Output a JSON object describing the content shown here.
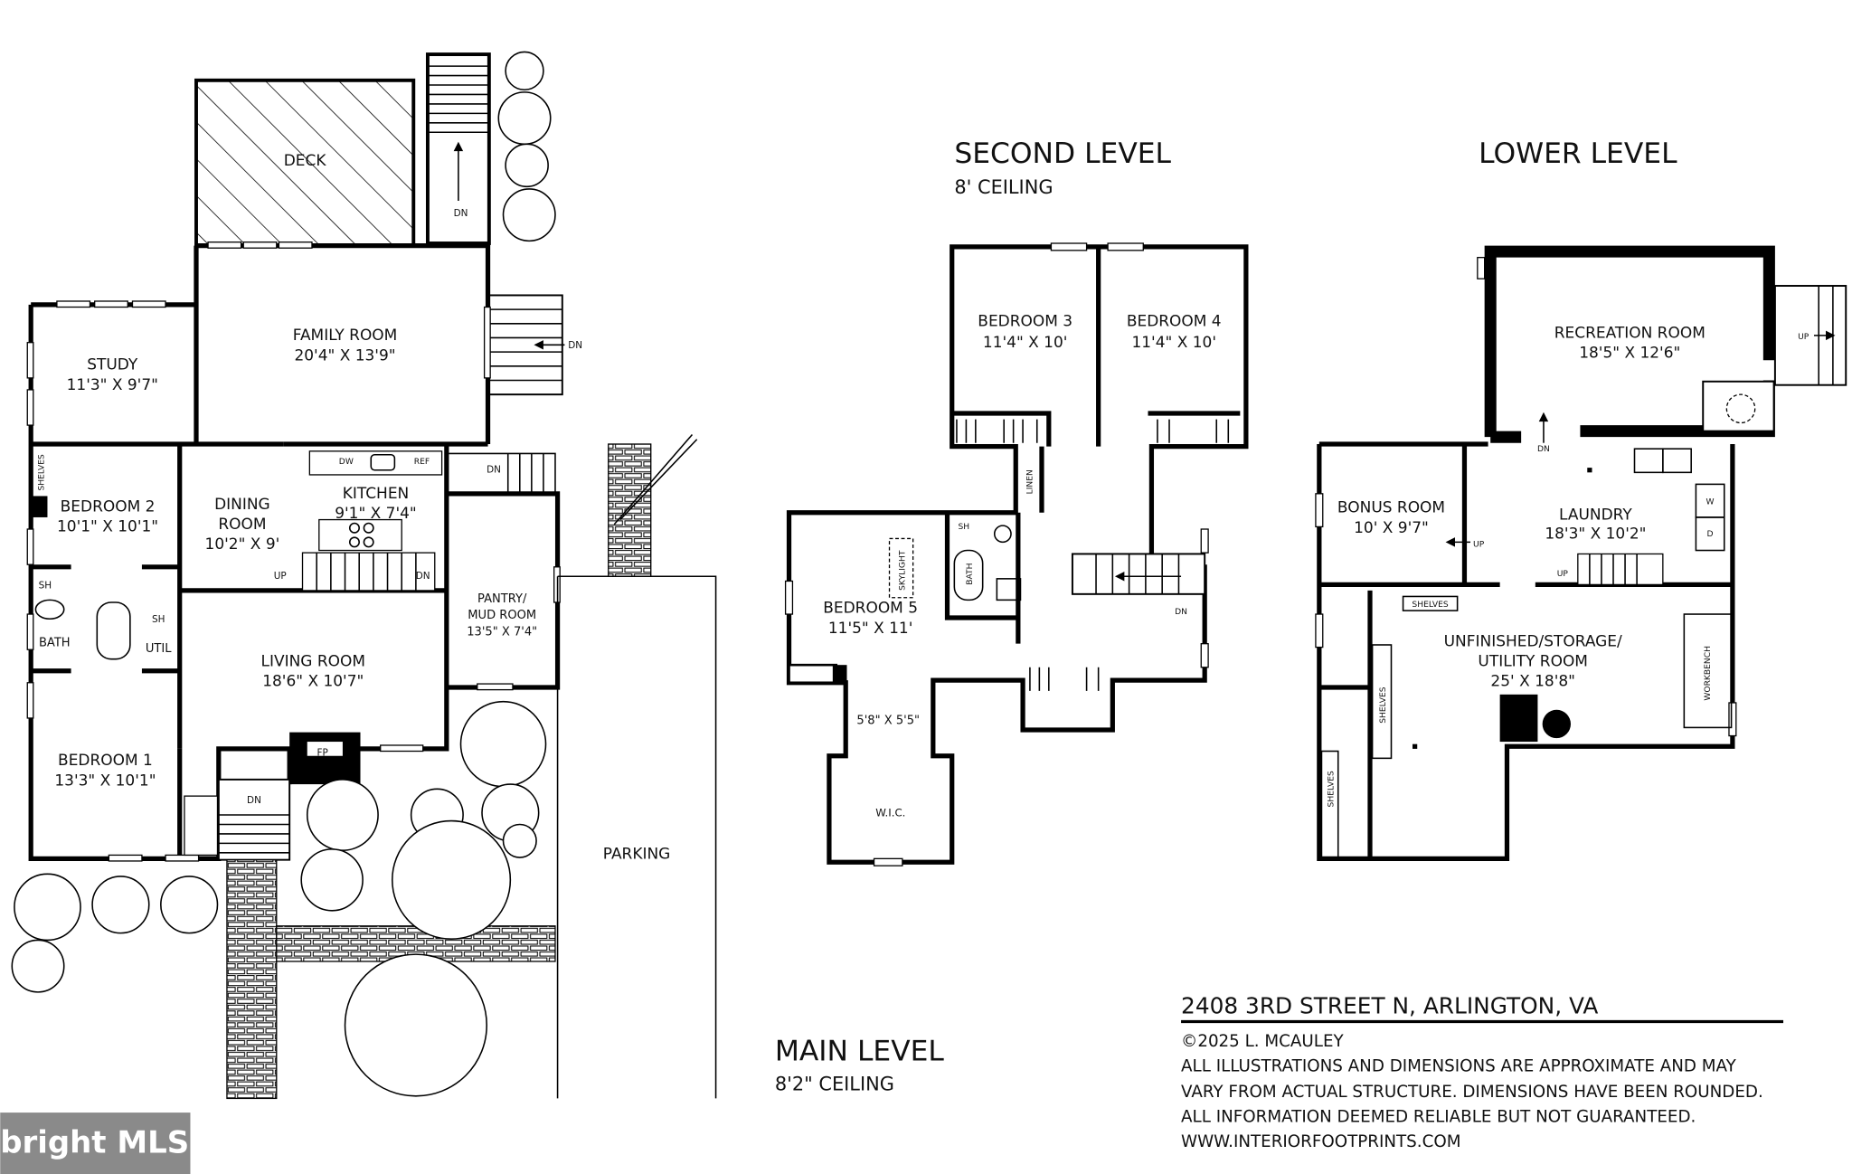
{
  "main_level": {
    "title": "MAIN LEVEL",
    "ceiling": "8'2\" CEILING",
    "rooms": [
      {
        "name": "DECK"
      },
      {
        "name": "FAMILY ROOM",
        "size": "20'4\" X 13'9\""
      },
      {
        "name": "STUDY",
        "size": "11'3\" X 9'7\""
      },
      {
        "name": "BEDROOM 2",
        "size": "10'1\" X 10'1\""
      },
      {
        "name": "DINING",
        "name2": "ROOM",
        "size": "10'2\" X 9'"
      },
      {
        "name": "KITCHEN",
        "size": "9'1\" X 7'4\""
      },
      {
        "name": "LIVING ROOM",
        "size": "18'6\" X 10'7\""
      },
      {
        "name": "PANTRY/",
        "name2": "MUD ROOM",
        "size": "13'5\" X 7'4\""
      },
      {
        "name": "BEDROOM 1",
        "size": "13'3\" X 10'1\""
      },
      {
        "name": "BATH"
      },
      {
        "name": "PARKING"
      }
    ],
    "labels": {
      "sh": "SH",
      "util": "UTIL",
      "shelves": "SHELVES",
      "fp": "FP",
      "dn": "DN",
      "up": "UP",
      "dw": "DW",
      "ref": "REF"
    }
  },
  "second_level": {
    "title": "SECOND LEVEL",
    "ceiling": "8' CEILING",
    "rooms": [
      {
        "name": "BEDROOM 3",
        "size": "11'4\" X 10'"
      },
      {
        "name": "BEDROOM 4",
        "size": "11'4\" X 10'"
      },
      {
        "name": "BEDROOM 5",
        "size": "11'5\" X 11'"
      },
      {
        "name": "W.I.C.",
        "size": "5'8\" X 5'5\""
      }
    ],
    "labels": {
      "linen": "LINEN",
      "sh": "SH",
      "bath": "BATH",
      "skylight": "SKYLIGHT",
      "dn": "DN"
    }
  },
  "lower_level": {
    "title": "LOWER LEVEL",
    "rooms": [
      {
        "name": "RECREATION ROOM",
        "size": "18'5\" X 12'6\""
      },
      {
        "name": "BONUS ROOM",
        "size": "10' X 9'7\""
      },
      {
        "name": "LAUNDRY",
        "size": "18'3\" X 10'2\""
      },
      {
        "name": "UNFINISHED/STORAGE/",
        "name2": "UTILITY ROOM",
        "size": "25' X 18'8\""
      }
    ],
    "labels": {
      "up": "UP",
      "dn": "DN",
      "w": "W",
      "d": "D",
      "shelves": "SHELVES",
      "workbench": "WORKBENCH"
    }
  },
  "footer": {
    "address": "2408 3RD STREET N, ARLINGTON, VA",
    "copyright": "©2025 L. MCAULEY",
    "disclaimer": [
      "ALL ILLUSTRATIONS AND DIMENSIONS ARE APPROXIMATE AND MAY",
      "VARY FROM ACTUAL STRUCTURE. DIMENSIONS HAVE BEEN ROUNDED.",
      "ALL INFORMATION DEEMED RELIABLE BUT NOT GUARANTEED.",
      "WWW.INTERIORFOOTPRINTS.COM"
    ]
  },
  "watermark": {
    "logo_text": "bright MLS",
    "color": "#8a8a8a"
  }
}
